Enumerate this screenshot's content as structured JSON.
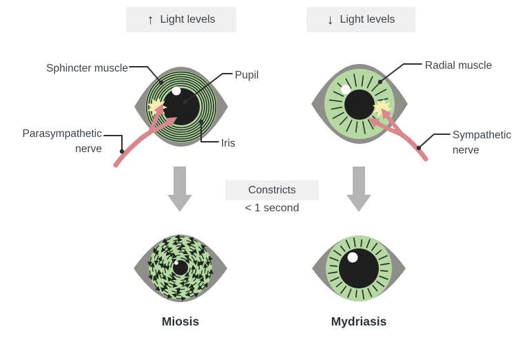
{
  "light_conditions": {
    "increase": {
      "icon": "↑",
      "label": "Light levels"
    },
    "decrease": {
      "icon": "↓",
      "label": "Light levels"
    }
  },
  "anatomy_labels": {
    "sphincter_muscle": "Sphincter muscle",
    "pupil": "Pupil",
    "iris": "Iris",
    "parasympathetic_nerve_lines": [
      "Parasympathetic",
      "nerve"
    ],
    "radial_muscle": "Radial muscle",
    "sympathetic_nerve_lines": [
      "Sympathetic",
      "nerve"
    ]
  },
  "transition": {
    "action": "Constricts",
    "duration": "< 1 second"
  },
  "outcomes": {
    "constricted": "Miosis",
    "dilated": "Mydriasis"
  },
  "colors": {
    "sclera_gray": "#8f8e8a",
    "iris_green": "#b6d9a4",
    "pupil_black": "#1f1f1f",
    "muscle_line_dark": "#233023",
    "nerve_pink": "#d9878c",
    "nerve_ending_yellow": "#f5eeae",
    "flow_arrow_gray": "#b4b4b4",
    "chip_background": "#efefef",
    "leader_line": "#2e2e2e",
    "text": "#3e4348"
  }
}
